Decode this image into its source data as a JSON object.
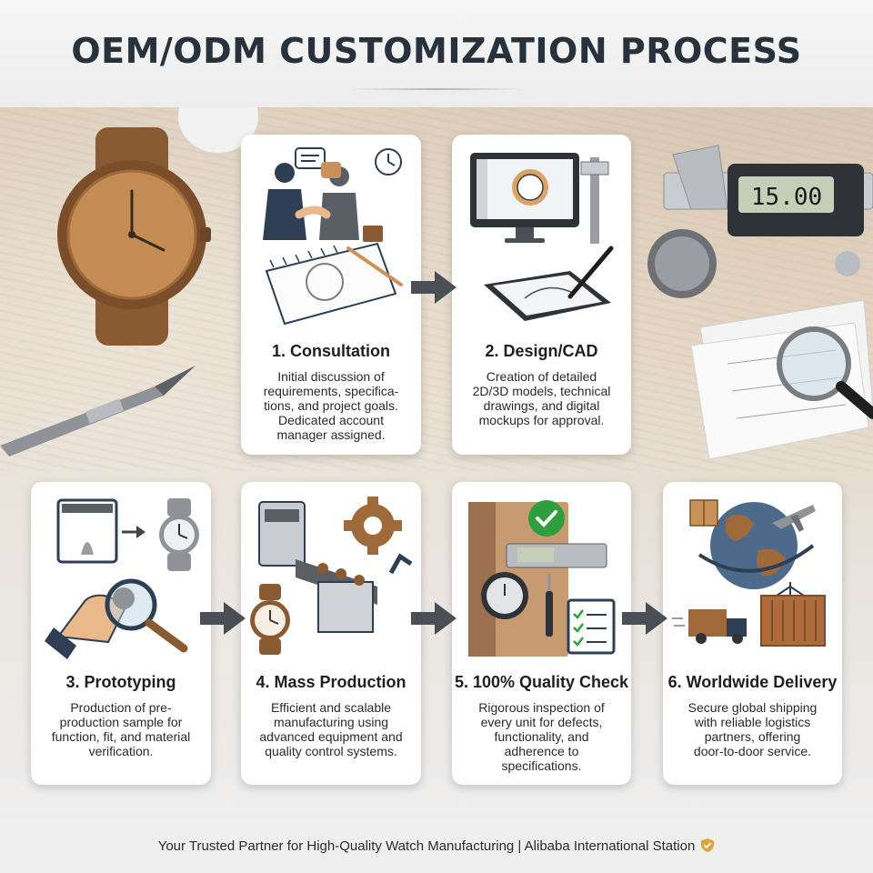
{
  "header": {
    "title": "OEM/ODM CUSTOMIZATION PROCESS"
  },
  "steps": [
    {
      "title": "1. Consultation",
      "desc": [
        "Initial discussion of",
        "requirements, specifica-",
        "tions, and project goals.",
        "Dedicated account",
        "manager assigned."
      ]
    },
    {
      "title": "2. Design/CAD",
      "desc": [
        "Creation of detailed",
        "2D/3D models, technical",
        "drawings, and digital",
        "mockups for approval."
      ]
    },
    {
      "title": "3. Prototyping",
      "desc": [
        "Production of pre-",
        "production sample for",
        "function, fit, and material",
        "verification."
      ]
    },
    {
      "title": "4. Mass Production",
      "desc": [
        "Efficient and scalable",
        "manufacturing using",
        "advanced equipment and",
        "quality control systems."
      ]
    },
    {
      "title": "5. 100% Quality Check",
      "desc": [
        "Rigorous inspection of",
        "every unit for defects,",
        "functionality, and",
        "adherence to",
        "specifications."
      ]
    },
    {
      "title": "6. Worldwide Delivery",
      "desc": [
        "Secure global shipping",
        "with reliable logistics",
        "partners, offering",
        "door-to-door service."
      ]
    }
  ],
  "caliper_readout": "15.00",
  "footer": {
    "text": "Your Trusted Partner for High-Quality Watch Manufacturing | Alibaba International Station"
  },
  "colors": {
    "title": "#27323d",
    "arrow": "#4a4f55",
    "check": "#2e9e3e",
    "wood": "#a0693a",
    "strap": "#8a5a32"
  }
}
